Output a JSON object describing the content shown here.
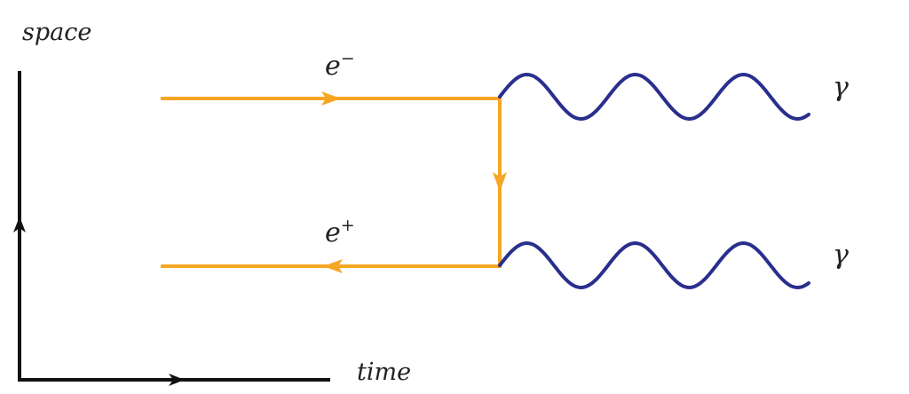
{
  "axes": {
    "vertical_label": "space",
    "horizontal_label": "time",
    "color": "#111111"
  },
  "particles": {
    "electron": {
      "label": "e",
      "charge": "−"
    },
    "positron": {
      "label": "e",
      "charge": "+"
    },
    "photon_top": {
      "label": "γ"
    },
    "photon_bottom": {
      "label": "γ"
    }
  },
  "colors": {
    "fermion": "#f5a623",
    "photon": "#2a2e8c"
  }
}
